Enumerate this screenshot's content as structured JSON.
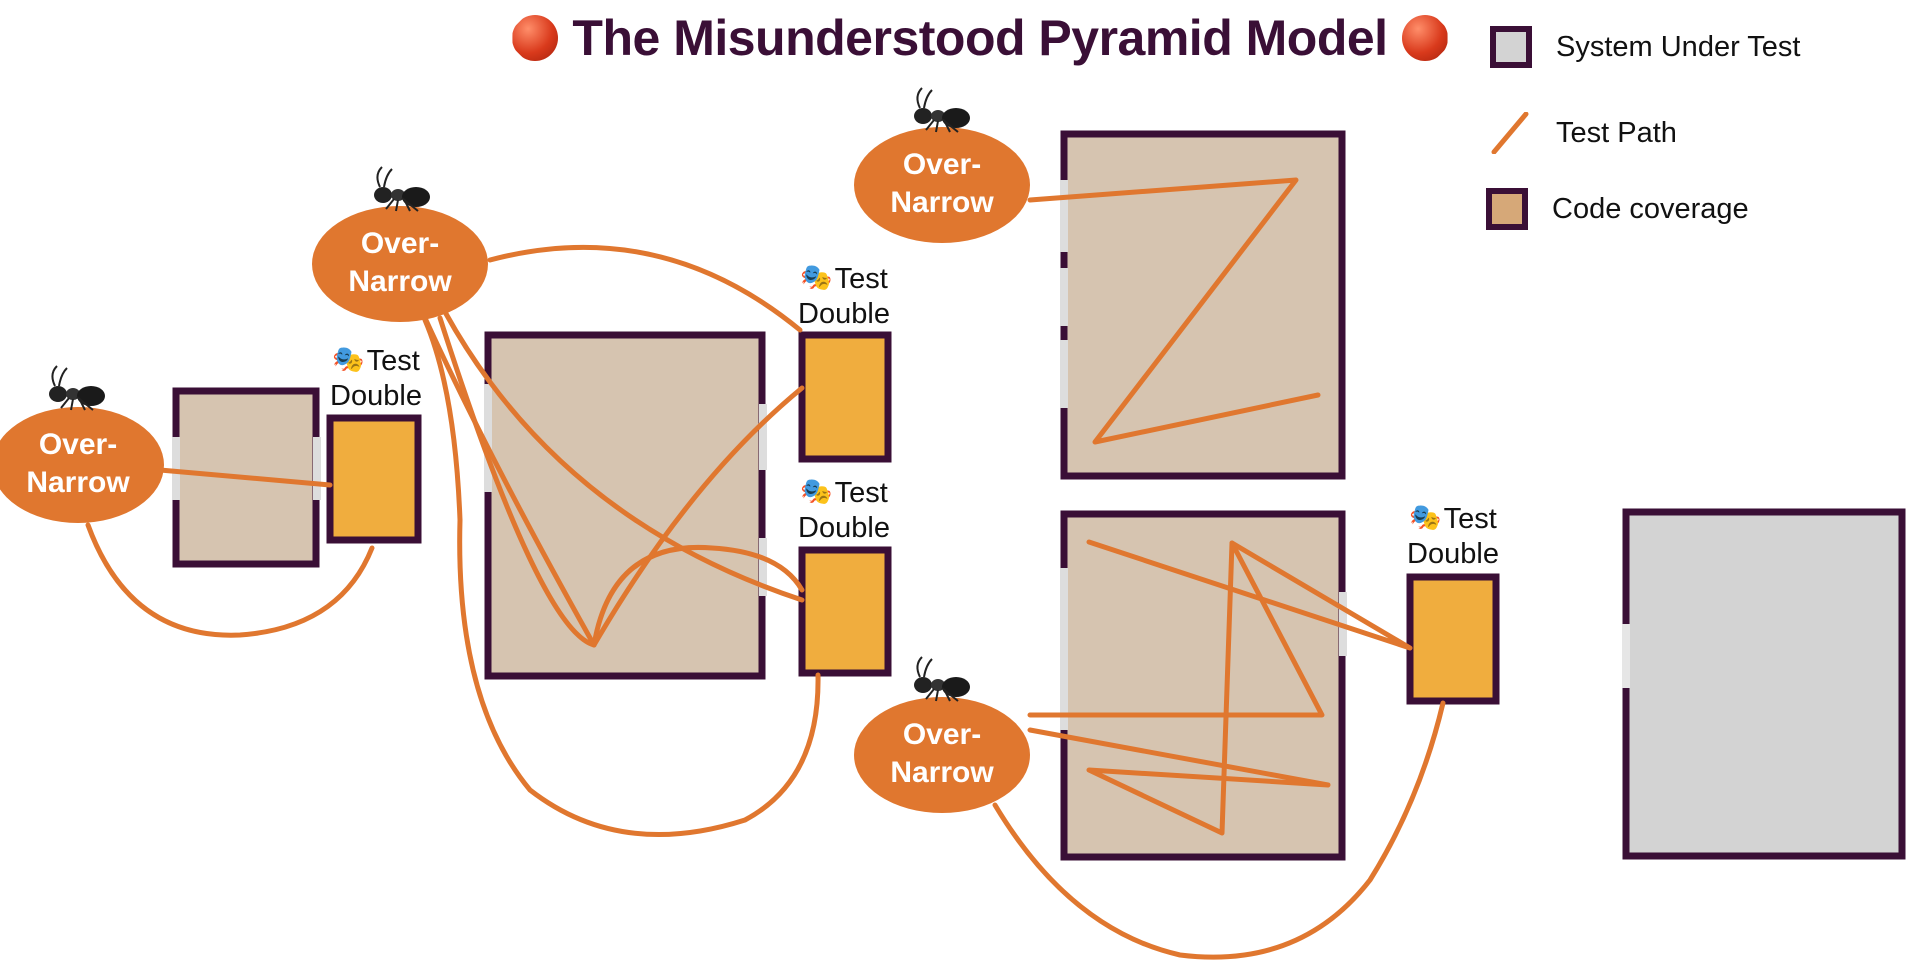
{
  "title": {
    "text": "The Misunderstood Pyramid Model",
    "left_icon": "stop-sign-icon",
    "right_icon": "stop-sign-icon"
  },
  "legend": {
    "sut_label": "System Under Test",
    "path_label": "Test Path",
    "coverage_label": "Code coverage"
  },
  "blob_label": "Over-\nNarrow",
  "blobs": [
    {
      "id": "left",
      "label_line1": "Over-",
      "label_line2": "Narrow"
    },
    {
      "id": "mid",
      "label_line1": "Over-",
      "label_line2": "Narrow"
    },
    {
      "id": "top-right",
      "label_line1": "Over-",
      "label_line2": "Narrow"
    },
    {
      "id": "bottom-right",
      "label_line1": "Over-",
      "label_line2": "Narrow"
    }
  ],
  "test_doubles": [
    {
      "id": "td1",
      "line1": "Test",
      "line2": "Double"
    },
    {
      "id": "td2",
      "line1": "Test",
      "line2": "Double"
    },
    {
      "id": "td3",
      "line1": "Test",
      "line2": "Double"
    },
    {
      "id": "td4",
      "line1": "Test",
      "line2": "Double"
    }
  ],
  "colors": {
    "border": "#3a0f36",
    "coverage": "#d6c4b0",
    "sut_fill": "#d3d3d3",
    "test_double": "#f0ad3e",
    "path": "#e0772f",
    "blob": "#e0772f"
  },
  "icons": {
    "ant": "ant-icon",
    "mask": "performing-arts-icon"
  }
}
